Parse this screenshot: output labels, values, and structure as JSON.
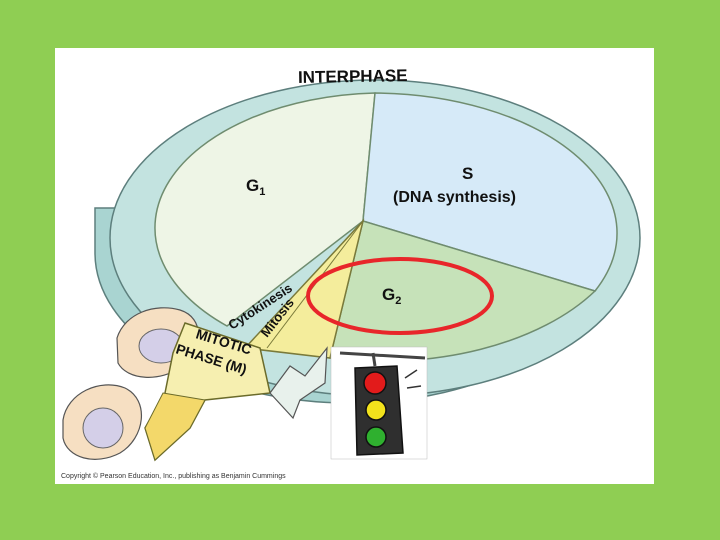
{
  "title": "INTERPHASE",
  "phases": {
    "g1": {
      "main": "G",
      "sub": "1"
    },
    "s": {
      "line1": "S",
      "line2": "(DNA synthesis)"
    },
    "g2": {
      "main": "G",
      "sub": "2"
    },
    "cytokinesis": "Cytokinesis",
    "mitosis": "Mitosis",
    "mitotic_line1": "MITOTIC",
    "mitotic_line2": "PHASE (M)"
  },
  "copyright": "Copyright © Pearson Education, Inc., publishing as Benjamin Cummings",
  "traffic_light_icon": "traffic-light-icon",
  "colors": {
    "background": "#8fce53",
    "g1_fill": "#eef5e6",
    "s_fill": "#d6eaf8",
    "g2_fill": "#c6e2b9",
    "rim": "#b5dcd9",
    "mitotic_arrow": "#f6efb0",
    "highlight_circle": "#e8262a"
  }
}
